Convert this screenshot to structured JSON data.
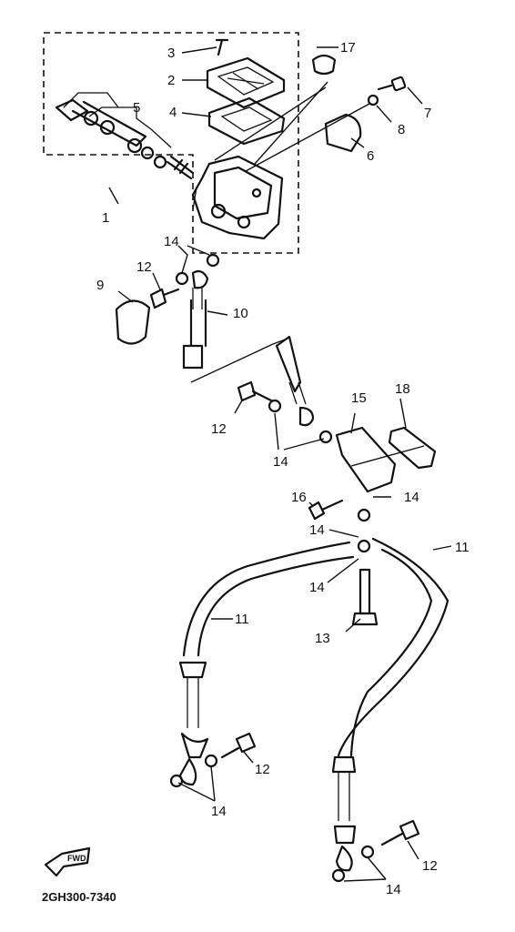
{
  "diagram": {
    "caption": "2GH300-7340",
    "fwd_label": "FWD",
    "callouts": {
      "c1": "1",
      "c2": "2",
      "c3": "3",
      "c4": "4",
      "c5": "5",
      "c6": "6",
      "c7": "7",
      "c8": "8",
      "c9": "9",
      "c10": "10",
      "c11a": "11",
      "c11b": "11",
      "c12a": "12",
      "c12b": "12",
      "c12c": "12",
      "c12d": "12",
      "c13": "13",
      "c14a": "14",
      "c14b": "14",
      "c14c": "14",
      "c14d": "14",
      "c14e": "14",
      "c14f": "14",
      "c14g": "14",
      "c15": "15",
      "c16": "16",
      "c17": "17",
      "c18": "18"
    }
  }
}
